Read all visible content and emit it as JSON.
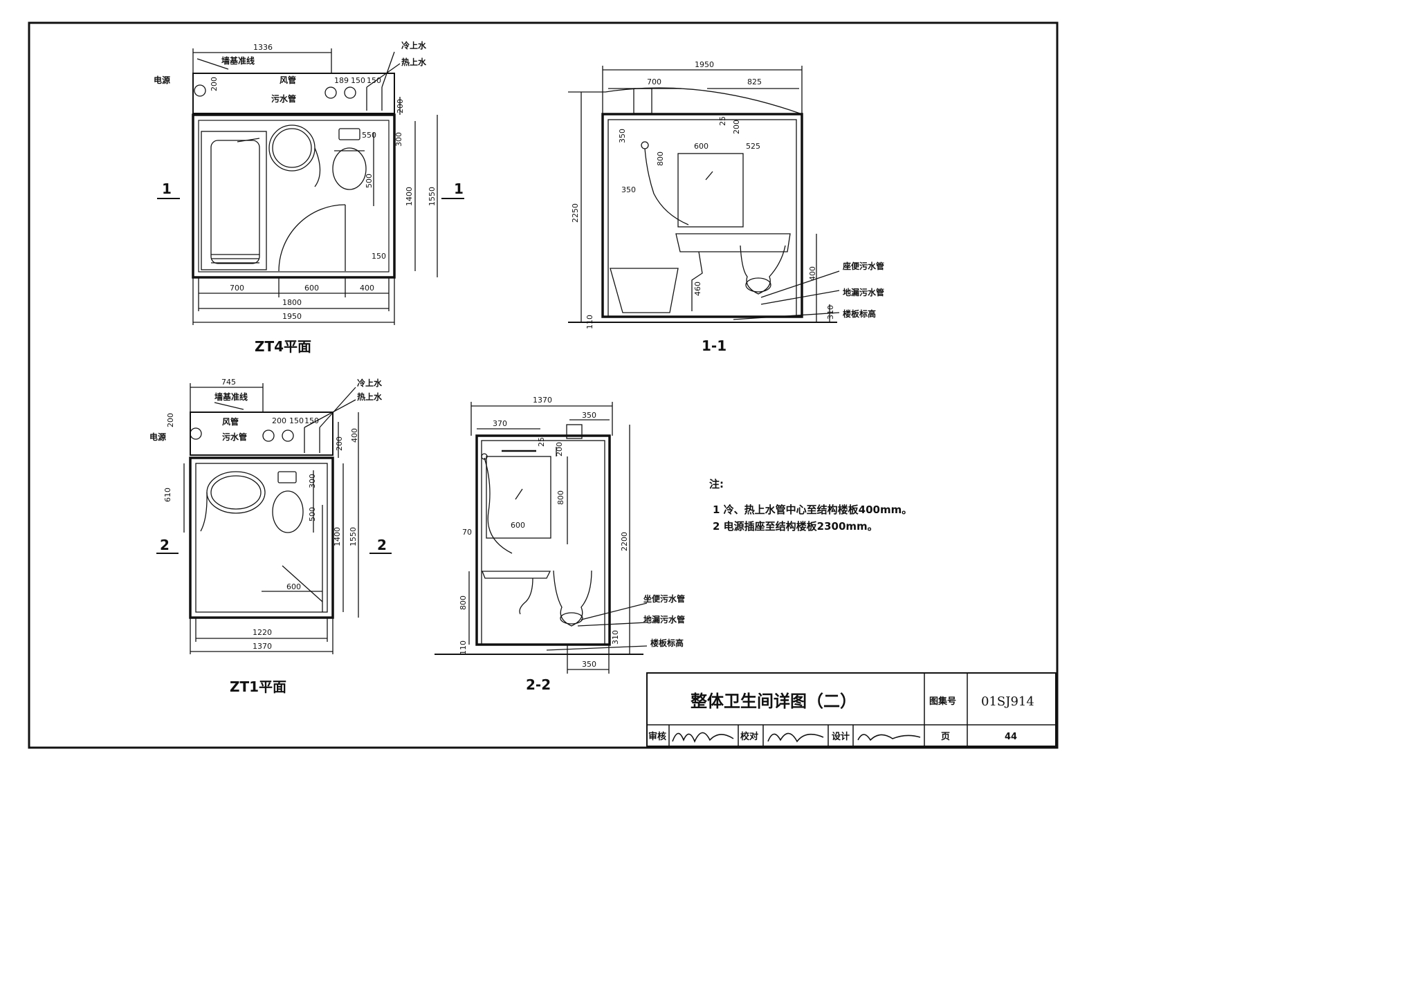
{
  "zt4": {
    "title": "ZT4平面",
    "dims": {
      "top": "1336",
      "d200": "200",
      "d189": "189",
      "d150a": "150",
      "d150b": "150",
      "d200r": "200",
      "d550": "550",
      "d300": "300",
      "d500": "500",
      "d1400": "1400",
      "d1550": "1550",
      "d150s": "150",
      "b700": "700",
      "b600": "600",
      "b400": "400",
      "b1800": "1800",
      "b1950": "1950"
    },
    "labels": {
      "cold_water": "冷上水",
      "hot_water": "热上水",
      "wall_base": "墙基准线",
      "power": "电源",
      "air_duct": "风管",
      "sewage": "污水管"
    },
    "section_mark": "1"
  },
  "sec11": {
    "title": "1-1",
    "dims": {
      "top": "1950",
      "d700": "700",
      "d825": "825",
      "d350a": "350",
      "d800": "800",
      "d25": "25",
      "d200": "200",
      "d600": "600",
      "d525": "525",
      "d350b": "350",
      "d2250": "2250",
      "d460": "460",
      "d110": "110",
      "d310": "310",
      "d400": "400"
    },
    "labels": {
      "toilet_pipe": "座便污水管",
      "floor_drain": "地漏污水管",
      "floor_level": "楼板标高"
    }
  },
  "zt1": {
    "title": "ZT1平面",
    "dims": {
      "top": "745",
      "d200l": "200",
      "d200": "200",
      "d150a": "150",
      "d150b": "150",
      "d200r": "200",
      "d400": "400",
      "d610": "610",
      "d300": "300",
      "d500": "500",
      "d1400": "1400",
      "d1550": "1550",
      "d600": "600",
      "b1220": "1220",
      "b1370": "1370"
    },
    "labels": {
      "cold_water": "冷上水",
      "hot_water": "热上水",
      "wall_base": "墙基准线",
      "power": "电源",
      "air_duct": "风管",
      "sewage": "污水管"
    },
    "section_mark": "2"
  },
  "sec22": {
    "title": "2-2",
    "dims": {
      "top": "1370",
      "d370": "370",
      "d350t": "350",
      "d25": "25",
      "d200": "200",
      "d800a": "800",
      "d600": "600",
      "d70": "70",
      "d2200": "2200",
      "d800b": "800",
      "d110": "110",
      "d310": "310",
      "d350b": "350"
    },
    "labels": {
      "toilet_pipe": "坐便污水管",
      "floor_drain": "地漏污水管",
      "floor_level": "楼板标高"
    }
  },
  "notes": {
    "heading": "注:",
    "items": [
      "1 冷、热上水管中心至结构楼板400mm。",
      "2 电源插座至结构楼板2300mm。"
    ]
  },
  "title_block": {
    "drawing_title": "整体卫生间详图（二）",
    "atlas_label": "图集号",
    "atlas_code": "01SJ914",
    "review_label": "审核",
    "check_label": "校对",
    "design_label": "设计",
    "page_label": "页",
    "page_number": "44"
  }
}
